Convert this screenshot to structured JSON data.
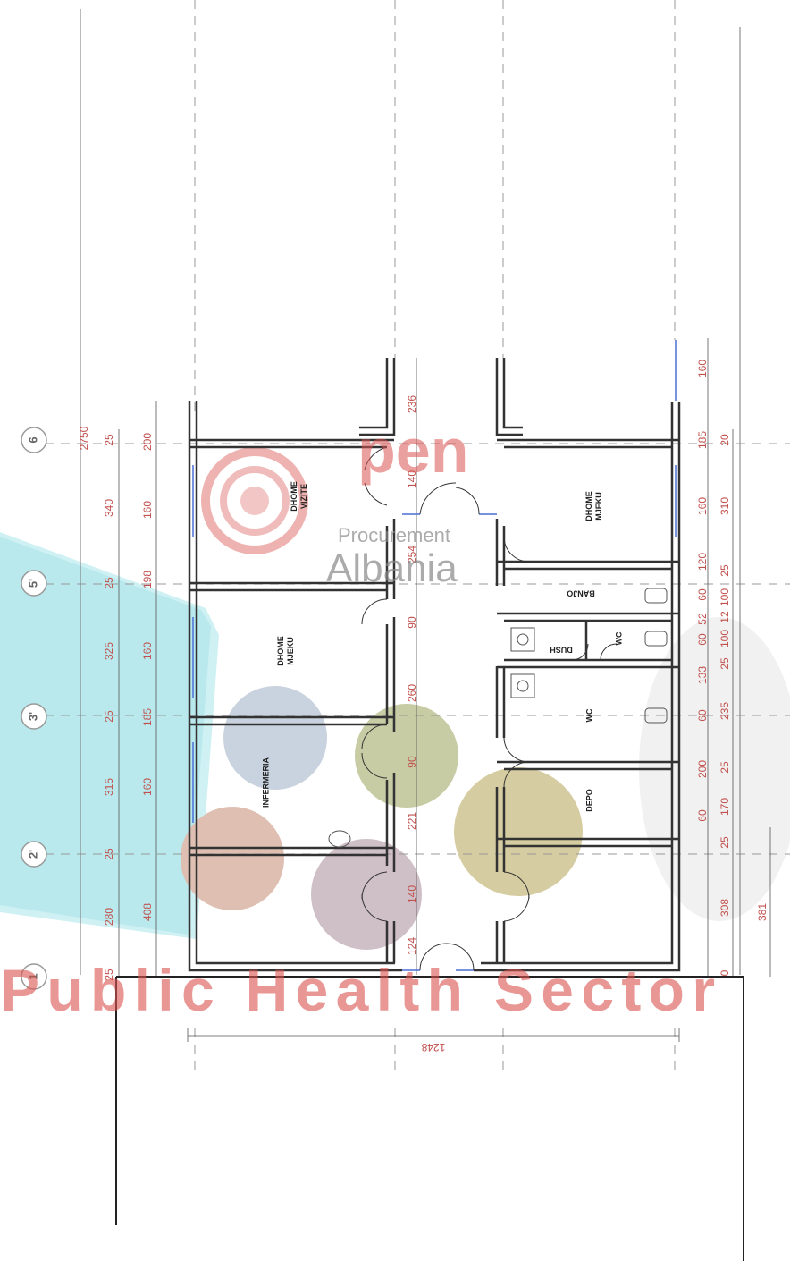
{
  "axes": [
    "6",
    "5'",
    "3'",
    "2'",
    "1"
  ],
  "rooms": {
    "dhome_vizite": [
      "DHOME",
      "VIZITE"
    ],
    "dhome_mjeku_left": [
      "DHOME",
      "MJEKU"
    ],
    "infermeria": "INFERMERIA",
    "dhome_mjeku_right": [
      "DHOME",
      "MJEKU"
    ],
    "banjo": "BANJO",
    "dush": "DUSH",
    "wc_small": "WC",
    "wc": "WC",
    "depo": "DEPO"
  },
  "dims": {
    "outer_left": [
      "2750"
    ],
    "left1": [
      "25",
      "340",
      "25",
      "325",
      "25",
      "315",
      "25",
      "280",
      "25"
    ],
    "left2": [
      "200",
      "160",
      "198",
      "160",
      "185",
      "160",
      "408"
    ],
    "corridor": [
      "236",
      "140",
      "254",
      "90",
      "260",
      "90",
      "221",
      "140",
      "124"
    ],
    "right1": [
      "160",
      "185",
      "160",
      "120",
      "60",
      "52",
      "60",
      "133",
      "60",
      "200",
      "60"
    ],
    "right2": [
      "20",
      "310",
      "25",
      "100",
      "12",
      "100",
      "25",
      "235",
      "25",
      "170",
      "25",
      "308",
      "0"
    ],
    "right3": [
      "381"
    ],
    "bottom": "1248"
  },
  "watermark": {
    "logo_text": "pen",
    "sub1": "Procurement",
    "sub2": "Albania",
    "banner": "Public Health Sector"
  },
  "colors": {
    "dim_red": "#c0504d",
    "wall": "#333333",
    "glass": "#4a6fd6",
    "banner": "#d9534f"
  }
}
